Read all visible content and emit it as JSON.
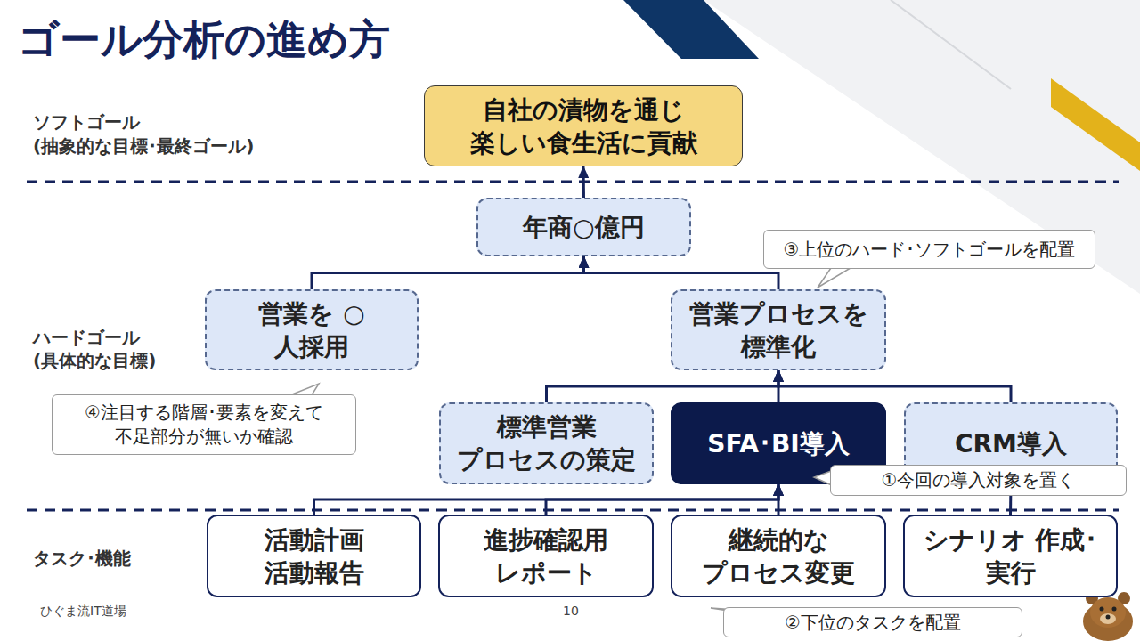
{
  "diagram": {
    "title": "ゴール分析の進め方",
    "nodes": [
      {
        "text": [
          "自社の漬物を通じ 楽しい食生活に貢献"
        ]
      },
      {
        "text": [
          "年商○億円"
        ]
      },
      {
        "text": [
          "営業を ○人採用"
        ]
      },
      {
        "text": [
          "営業プロセスを 標準化"
        ]
      },
      {
        "text": [
          "標準営業 プロセスの策定"
        ]
      },
      {
        "text": [
          "SFA･BI導入"
        ]
      },
      {
        "text": [
          "CRM導入"
        ]
      },
      {
        "text": [
          "活動計画 活動報告"
        ]
      },
      {
        "text": [
          "進捗確認用 レポート"
        ]
      },
      {
        "text": [
          "継続的な プロセス変更"
        ]
      },
      {
        "text": [
          "シナリオ 作成･実行"
        ]
      }
    ],
    "edges": [
      {
        "from": 1,
        "to": 0,
        "arrow": "to"
      },
      {
        "from": 2,
        "to": 1,
        "arrow": "to"
      },
      {
        "from": 3,
        "to": 1,
        "arrow": "to"
      },
      {
        "from": 4,
        "to": 3,
        "arrow": "to"
      },
      {
        "from": 5,
        "to": 3,
        "arrow": "to"
      },
      {
        "from": 6,
        "to": 3,
        "arrow": "to"
      },
      {
        "from": 7,
        "to": 5,
        "arrow": "to"
      },
      {
        "from": 8,
        "to": 5,
        "arrow": "to"
      },
      {
        "from": 9,
        "to": 5,
        "arrow": "to"
      },
      {
        "from": 10,
        "to": 6,
        "arrow": "none"
      }
    ],
    "labels": [
      "ソフトゴール",
      "(抽象的な目標･最終ゴール)",
      "ハードゴール",
      "(具体的な目標)",
      "タスク･機能",
      "③上位のハード･ソフトゴールを配置",
      "④注目する階層･要素を変えて 不足部分が無いか確認",
      "①今回の導入対象を置く",
      "②下位のタスクを配置",
      "ひぐま流IT道場",
      "10"
    ]
  }
}
